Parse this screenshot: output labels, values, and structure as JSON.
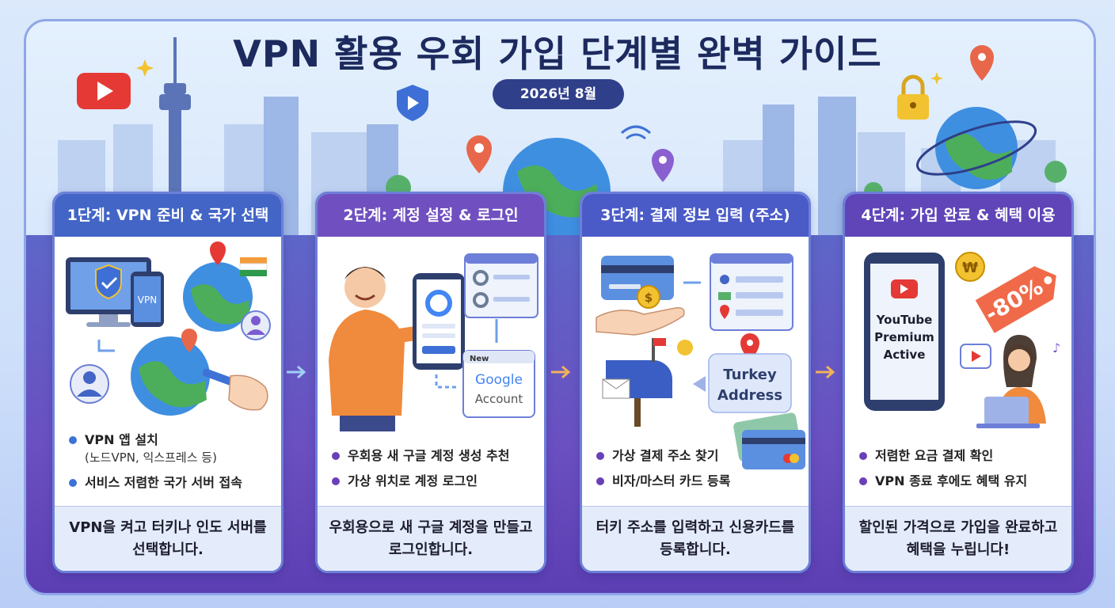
{
  "title": "VPN 활용 우회 가입 단계별 완벽 가이드",
  "date": "2026년 8월",
  "colors": {
    "head_1": "#4265c6",
    "head_2": "#7050c0",
    "head_3": "#4a5bc8",
    "head_4": "#6045b8",
    "bullet_blue": "#3f72d6",
    "bullet_purple": "#6b3fb8",
    "youtube_red": "#e53935"
  },
  "steps": [
    {
      "header": "1단계: VPN 준비 & 국가 선택",
      "icons": [
        "monitor-shield-icon",
        "phone-vpn-icon",
        "globe-icon",
        "flags-icon",
        "user-avatar-icon",
        "hand-plug-icon"
      ],
      "illustration_labels": {
        "phone": "VPN"
      },
      "bullets": [
        {
          "text": "VPN 앱 설치",
          "sub": "(노드VPN, 익스프레스 등)"
        },
        {
          "text": "서비스 저렴한 국가 서버 접속",
          "sub": ""
        }
      ],
      "footer": "VPN을 켜고 터키나 인도 서버를 선택합니다."
    },
    {
      "header": "2단계: 계정 설정 & 로그인",
      "icons": [
        "person-pointing-icon",
        "phone-google-icon",
        "settings-window-icon",
        "google-account-card-icon"
      ],
      "illustration_labels": {
        "badge": "New",
        "card_line1": "Google",
        "card_line2": "Account"
      },
      "bullets": [
        {
          "text": "우회용 새 구글 계정 생성 추천",
          "sub": ""
        },
        {
          "text": "가상 위치로 계정 로그인",
          "sub": ""
        }
      ],
      "footer": "우회용으로 새 구글 계정을 만들고 로그인합니다."
    },
    {
      "header": "3단계: 결제 정보 입력 (주소)",
      "icons": [
        "credit-card-icon",
        "coin-hand-icon",
        "form-window-icon",
        "mailbox-icon",
        "location-pin-icon",
        "cards-stack-icon"
      ],
      "illustration_labels": {
        "bubble_line1": "Turkey",
        "bubble_line2": "Address"
      },
      "bullets": [
        {
          "text": "가상 결제 주소 찾기",
          "sub": ""
        },
        {
          "text": "비자/마스터 카드 등록",
          "sub": ""
        }
      ],
      "footer": "터키 주소를 입력하고 신용카드를 등록합니다."
    },
    {
      "header": "4단계: 가입 완료 & 혜택 이용",
      "icons": [
        "phone-youtube-icon",
        "won-coin-icon",
        "discount-tag-icon",
        "play-bubble-icon",
        "woman-laptop-icon"
      ],
      "illustration_labels": {
        "tag": "-80%",
        "screen_line1": "YouTube",
        "screen_line2": "Premium",
        "screen_line3": "Active",
        "coin": "₩"
      },
      "bullets": [
        {
          "text": "저렴한 요금 결제 확인",
          "sub": ""
        },
        {
          "text": "VPN 종료 후에도 혜택 유지",
          "sub": ""
        }
      ],
      "footer": "할인된 가격으로 가입을 완료하고 혜택을 누립니다!"
    }
  ]
}
